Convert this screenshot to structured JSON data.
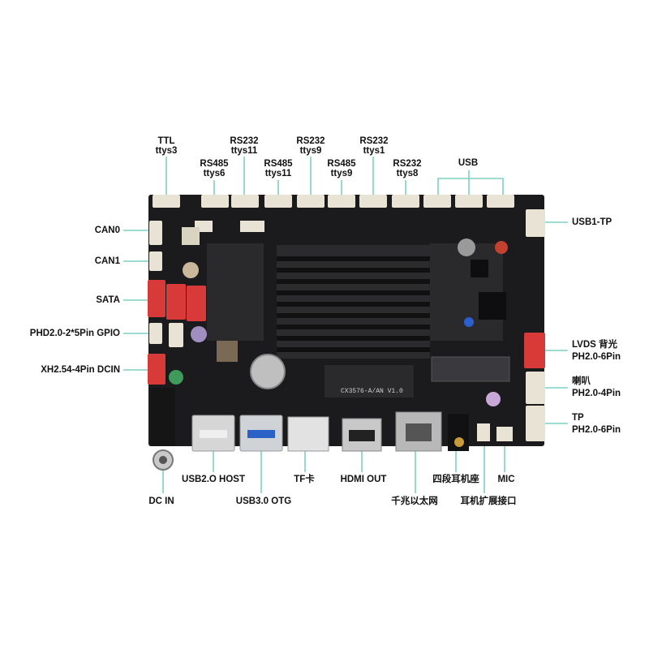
{
  "colors": {
    "leader": "#7fcfc6",
    "pcb": "#1b1b1d",
    "connector": "#e9e3d6",
    "red_connector": "#d83a3a",
    "heatsink": "#2b2b2e"
  },
  "labels": {
    "ttl": [
      "TTL",
      "ttys3"
    ],
    "rs485_a": [
      "RS485",
      "ttys6"
    ],
    "rs232_a": [
      "RS232",
      "ttys11"
    ],
    "rs485_b": [
      "RS485",
      "ttys11"
    ],
    "rs232_b": [
      "RS232",
      "ttys9"
    ],
    "rs485_c": [
      "RS485",
      "ttys9"
    ],
    "rs232_c": [
      "RS232",
      "ttys1"
    ],
    "rs232_d": [
      "RS232",
      "ttys8"
    ],
    "usb_top": "USB",
    "can0": "CAN0",
    "can1": "CAN1",
    "sata": "SATA",
    "gpio": "PHD2.0-2*5Pin GPIO",
    "dcin_xh": "XH2.54-4Pin DCIN",
    "usb1_tp": "USB1-TP",
    "lvds": [
      "LVDS 背光",
      "PH2.0-6Pin"
    ],
    "speaker": [
      "喇叭",
      "PH2.0-4Pin"
    ],
    "tp": [
      "TP",
      "PH2.0-6Pin"
    ],
    "usb2_host": "USB2.O HOST",
    "dc_in": "DC IN",
    "usb3_otg": "USB3.0 OTG",
    "tf": "TF卡",
    "hdmi_out": "HDMI OUT",
    "ethernet": "千兆以太网",
    "earphone": "四段耳机座",
    "earphone_ext": "耳机扩展接口",
    "mic": "MIC"
  },
  "board_silkscreen": {
    "model": "CX3576-A/AN V1.0"
  }
}
